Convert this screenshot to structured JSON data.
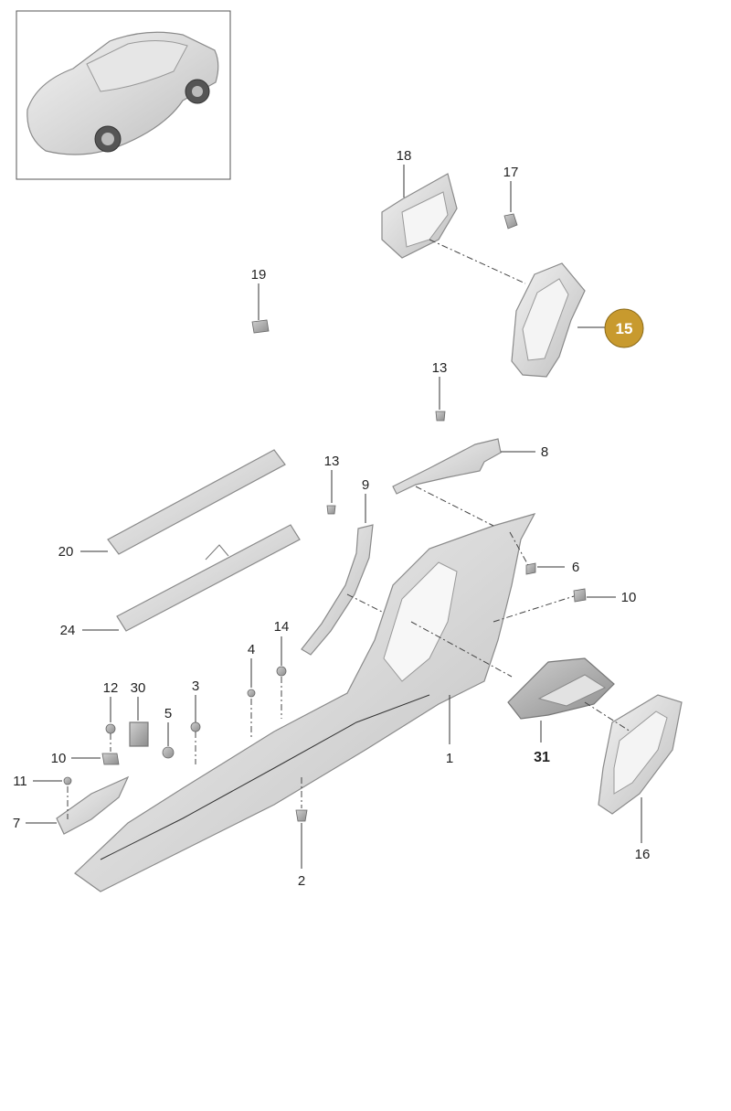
{
  "callouts": [
    {
      "id": "c18",
      "text": "18"
    },
    {
      "id": "c17",
      "text": "17"
    },
    {
      "id": "c19",
      "text": "19"
    },
    {
      "id": "c13a",
      "text": "13"
    },
    {
      "id": "c8",
      "text": "8"
    },
    {
      "id": "c13b",
      "text": "13"
    },
    {
      "id": "c9",
      "text": "9"
    },
    {
      "id": "c20",
      "text": "20"
    },
    {
      "id": "c6",
      "text": "6"
    },
    {
      "id": "c10a",
      "text": "10"
    },
    {
      "id": "c24",
      "text": "24"
    },
    {
      "id": "c14",
      "text": "14"
    },
    {
      "id": "c4",
      "text": "4"
    },
    {
      "id": "c12",
      "text": "12"
    },
    {
      "id": "c30",
      "text": "30"
    },
    {
      "id": "c3",
      "text": "3"
    },
    {
      "id": "c5",
      "text": "5"
    },
    {
      "id": "c10b",
      "text": "10"
    },
    {
      "id": "c1",
      "text": "1"
    },
    {
      "id": "c31",
      "text": "31"
    },
    {
      "id": "c11",
      "text": "11"
    },
    {
      "id": "c7",
      "text": "7"
    },
    {
      "id": "c2",
      "text": "2"
    },
    {
      "id": "c16",
      "text": "16"
    }
  ],
  "highlight": {
    "text": "15",
    "color": "#c89a2e"
  }
}
